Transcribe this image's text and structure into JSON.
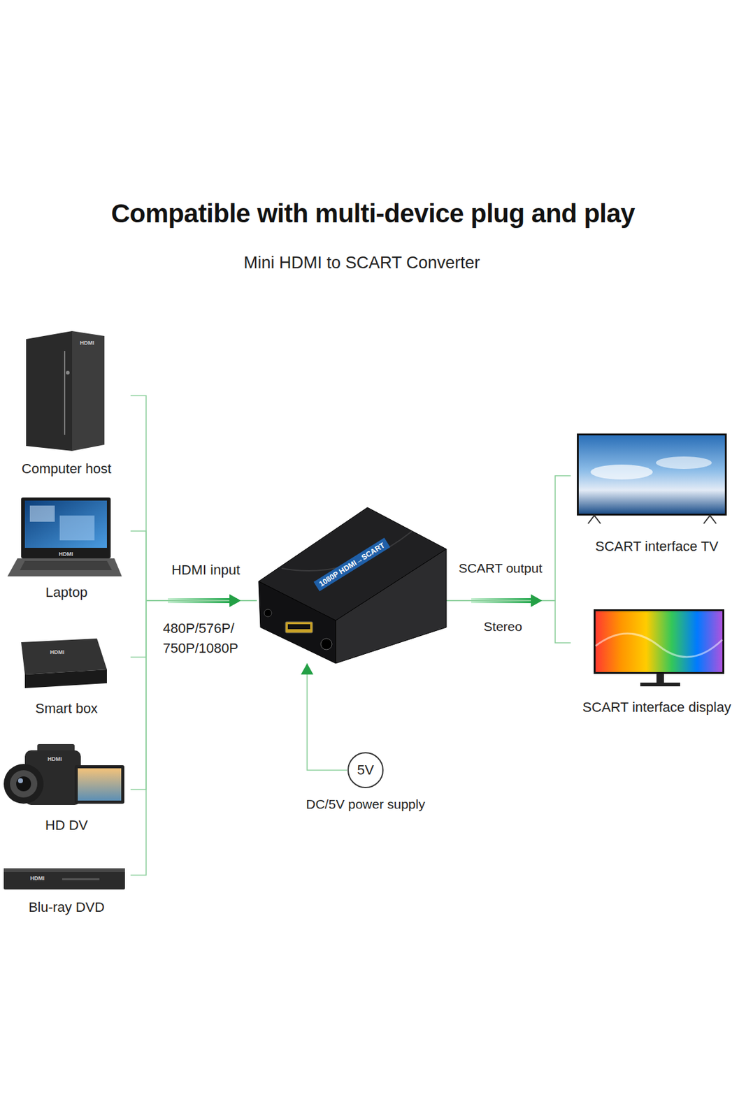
{
  "diagram": {
    "title": "Compatible with multi-device plug and play",
    "nodes": [
      {
        "text": [
          "Computer host"
        ]
      },
      {
        "text": [
          "Laptop"
        ]
      },
      {
        "text": [
          "Smart box"
        ]
      },
      {
        "text": [
          "HD DV"
        ]
      },
      {
        "text": [
          "Blu-ray DVD"
        ]
      },
      {
        "text": [
          "1080P HDMI→SCART"
        ]
      },
      {
        "text": [
          "5V",
          "DC/5V power supply"
        ]
      },
      {
        "text": [
          "SCART interface TV"
        ]
      },
      {
        "text": [
          "SCART interface display"
        ]
      }
    ],
    "edges": [
      {
        "from": 0,
        "to": 5,
        "arrow": "to"
      },
      {
        "from": 1,
        "to": 5,
        "arrow": "to"
      },
      {
        "from": 2,
        "to": 5,
        "arrow": "to"
      },
      {
        "from": 3,
        "to": 5,
        "arrow": "to"
      },
      {
        "from": 4,
        "to": 5,
        "arrow": "to"
      },
      {
        "from": 5,
        "to": 7,
        "arrow": "to"
      },
      {
        "from": 5,
        "to": 8,
        "arrow": "to"
      },
      {
        "from": 6,
        "to": 5,
        "arrow": "to"
      }
    ],
    "labels": [
      "Mini HDMI to SCART Converter",
      "HDMI input",
      "480P/576P/ 750P/1080P",
      "SCART output",
      "Stereo",
      "HDMI",
      "HDMI",
      "HDMI",
      "HDMI",
      "HDMI"
    ]
  }
}
